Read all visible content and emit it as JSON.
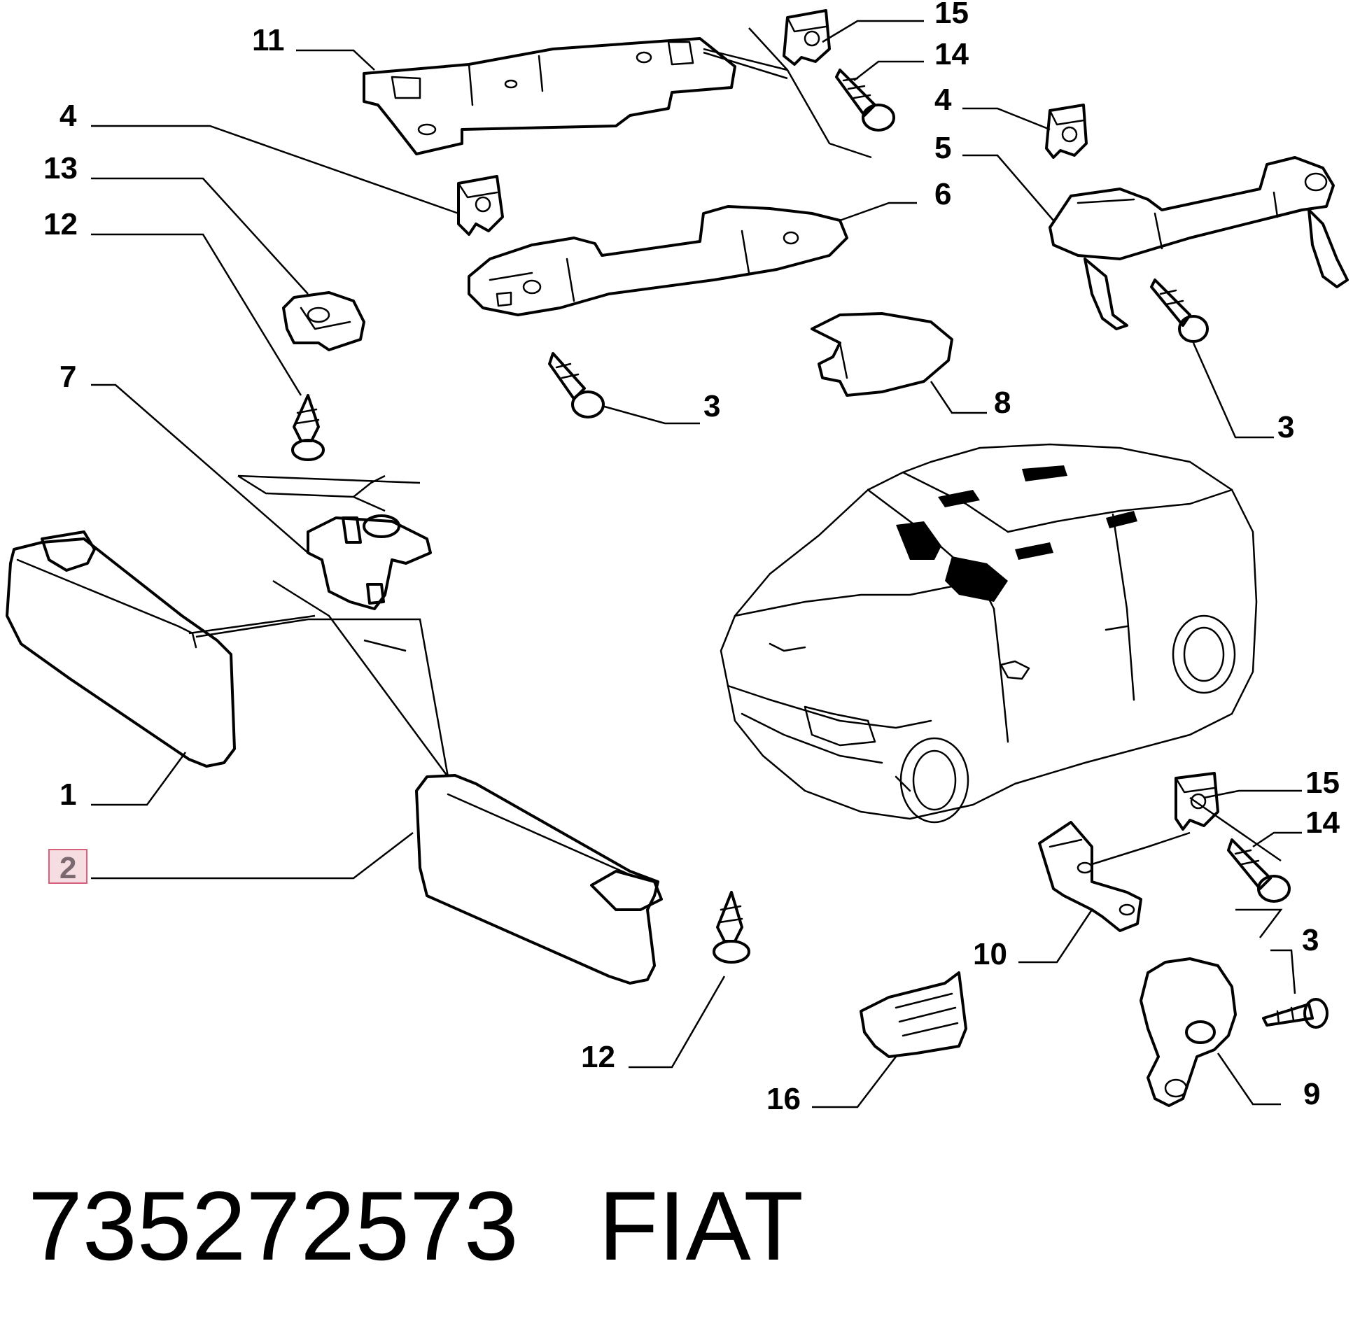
{
  "diagram": {
    "part_number": "735272573",
    "brand": "FIAT",
    "highlighted_callout": "2",
    "callouts": {
      "c11": "11",
      "c15a": "15",
      "c14a": "14",
      "c4a": "4",
      "c5": "5",
      "c4b": "4",
      "c13": "13",
      "c6": "6",
      "c12a": "12",
      "c7": "7",
      "c3a": "3",
      "c8": "8",
      "c3b": "3",
      "c1": "1",
      "c2": "2",
      "c15b": "15",
      "c14b": "14",
      "c10": "10",
      "c3c": "3",
      "c12b": "12",
      "c16": "16",
      "c9": "9"
    }
  }
}
